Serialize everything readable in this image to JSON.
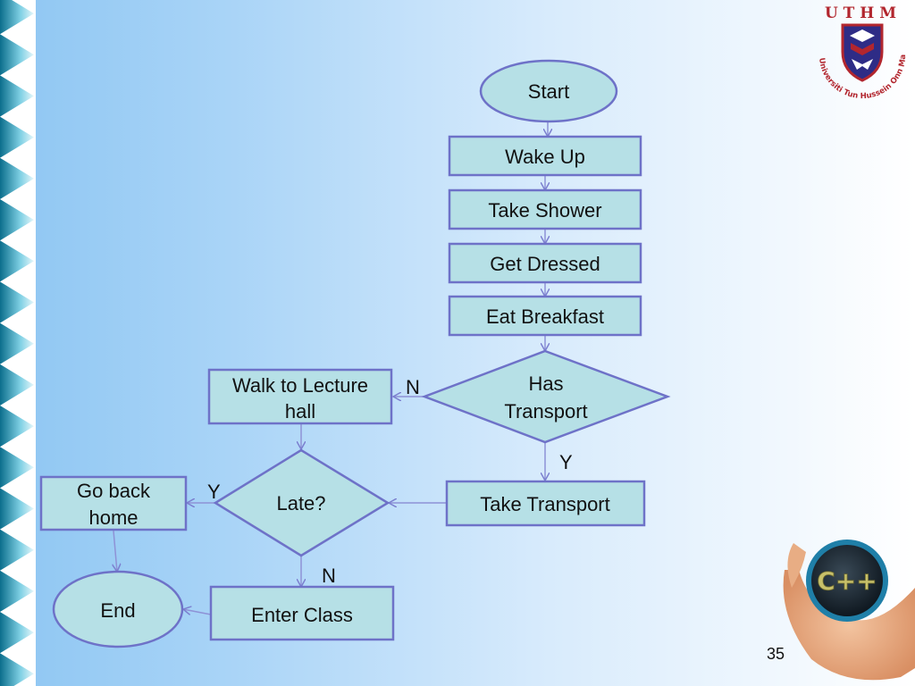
{
  "flowchart": {
    "start": "Start",
    "wake_up": "Wake Up",
    "take_shower": "Take Shower",
    "get_dressed": "Get Dressed",
    "eat_breakfast": "Eat Breakfast",
    "has_transport": [
      "Has",
      "Transport"
    ],
    "walk": [
      "Walk to Lecture",
      "hall"
    ],
    "take_transport": "Take Transport",
    "late": "Late?",
    "go_back": [
      "Go back",
      "home"
    ],
    "end": "End",
    "enter_class": "Enter Class",
    "edge_labels": {
      "transport_no": "N",
      "transport_yes": "Y",
      "late_yes": "Y",
      "late_no": "N"
    }
  },
  "branding": {
    "logo_text": "U T H M",
    "logo_ring": "Universiti Tun Hussein Onn Malaysia",
    "badge_text": "C++"
  },
  "page_number": "35",
  "colors": {
    "node_fill": "#b6e0e6",
    "node_stroke": "#6e72c8",
    "arrow": "#7b7fcf"
  }
}
